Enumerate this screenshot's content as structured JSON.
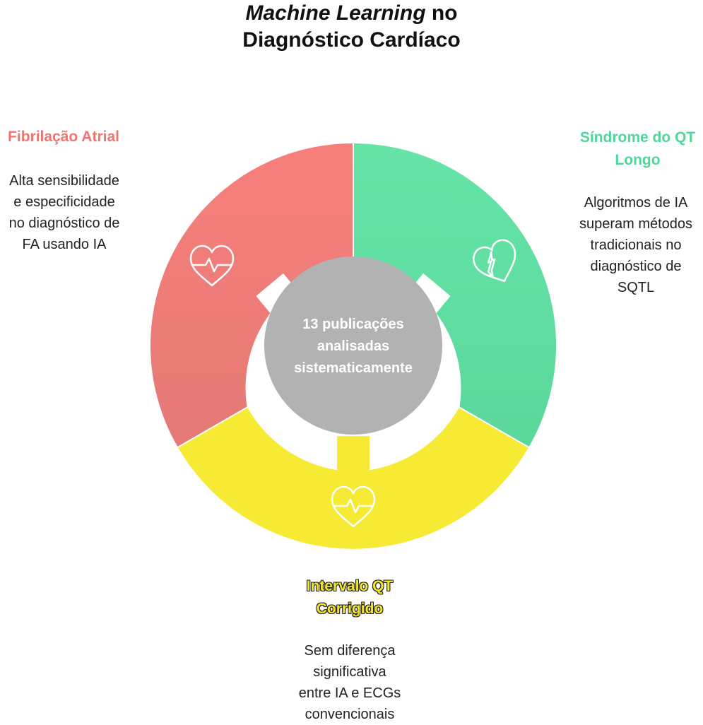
{
  "title": {
    "line1_italic": "Machine Learning",
    "line1_rest": " no",
    "line2": "Diagnóstico Cardíaco"
  },
  "center": {
    "lines": [
      "13 publicações",
      "analisadas",
      "sistematicamente"
    ]
  },
  "segments": [
    {
      "key": "fa",
      "heading": [
        "Fibrilação Atrial"
      ],
      "description": [
        "Alta sensibilidade",
        "e especificidade",
        "no diagnóstico de",
        "FA usando IA"
      ],
      "color": "#f47f7a",
      "icon": "heart-pulse-icon"
    },
    {
      "key": "sqtl",
      "heading": [
        "Síndrome do QT",
        "Longo"
      ],
      "description": [
        "Algoritmos de IA",
        "superam métodos",
        "tradicionais no",
        "diagnóstico de",
        "SQTL"
      ],
      "color": "#62e0a5",
      "icon": "heart-lightning-icon"
    },
    {
      "key": "qtc",
      "heading": [
        "Intervalo QT",
        "Corrigido"
      ],
      "description": [
        "Sem diferença",
        "significativa",
        "entre IA e ECGs",
        "convencionais"
      ],
      "color": "#f7ea34",
      "icon": "heart-pulse-icon"
    }
  ],
  "colors": {
    "heading_fa": "#f07470",
    "heading_sqtl": "#4fd79a",
    "heading_qtc": "#f3e52a",
    "center_circle": "#b2b2b2"
  }
}
